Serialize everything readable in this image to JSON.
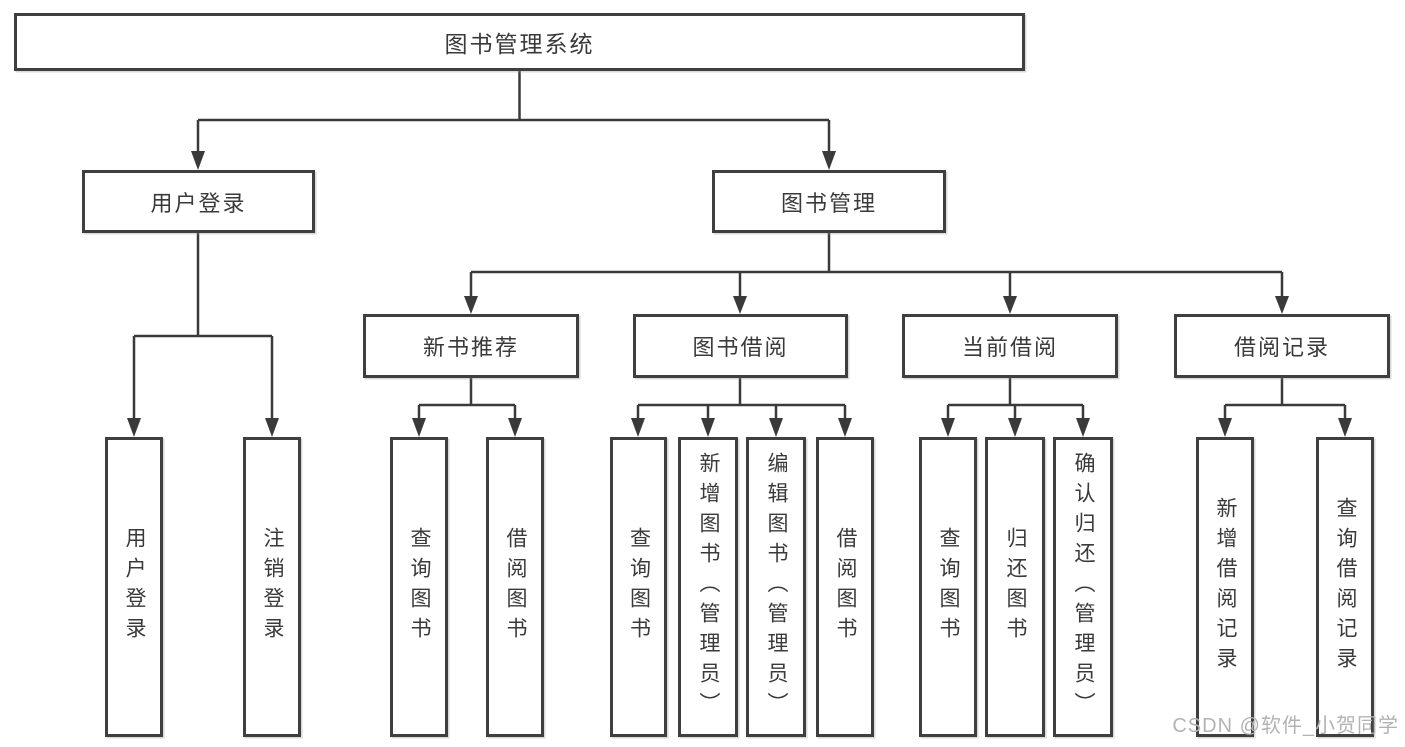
{
  "tree": {
    "label": "图书管理系统",
    "children": [
      {
        "label": "用户登录",
        "children": [
          {
            "label": "用户登录"
          },
          {
            "label": "注销登录"
          }
        ]
      },
      {
        "label": "图书管理",
        "children": [
          {
            "label": "新书推荐",
            "children": [
              {
                "label": "查询图书"
              },
              {
                "label": "借阅图书"
              }
            ]
          },
          {
            "label": "图书借阅",
            "children": [
              {
                "label": "查询图书"
              },
              {
                "label": "新增图书（管理员）"
              },
              {
                "label": "编辑图书（管理员）"
              },
              {
                "label": "借阅图书"
              }
            ]
          },
          {
            "label": "当前借阅",
            "children": [
              {
                "label": "查询图书"
              },
              {
                "label": "归还图书"
              },
              {
                "label": "确认归还（管理员）"
              }
            ]
          },
          {
            "label": "借阅记录",
            "children": [
              {
                "label": "新增借阅记录"
              },
              {
                "label": "查询借阅记录"
              }
            ]
          }
        ]
      }
    ]
  },
  "watermark": "CSDN @软件_小贺同学",
  "colors": {
    "line": "#3a3a3a",
    "box_border": "#3f3f3f",
    "text": "#3a3a3a",
    "watermark": "#b3b3b3",
    "background": "#ffffff"
  }
}
